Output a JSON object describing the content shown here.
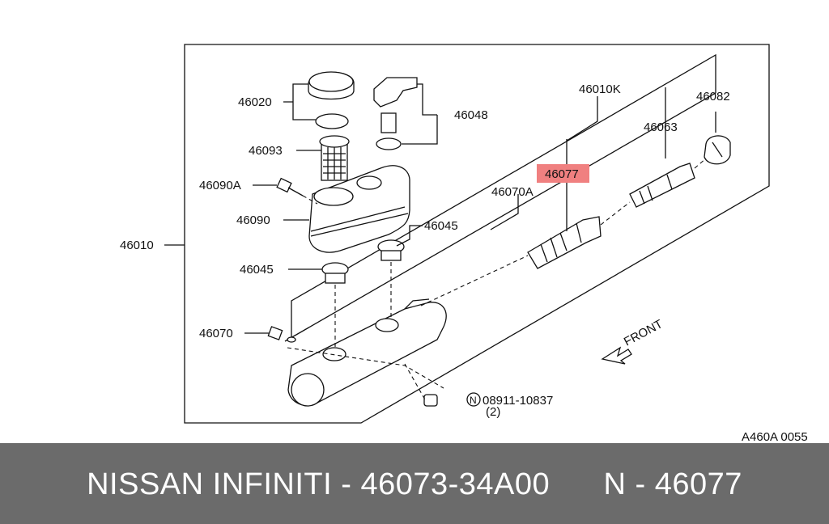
{
  "labels": {
    "p46020": "46020",
    "p46048": "46048",
    "p46093": "46093",
    "p46090A": "46090A",
    "p46090": "46090",
    "p46045a": "46045",
    "p46045b": "46045",
    "p46010": "46010",
    "p46070": "46070",
    "p46010K": "46010K",
    "p46082": "46082",
    "p46063": "46063",
    "p46077": "46077",
    "p46070A": "46070A",
    "bolt_n": "N",
    "bolt_part": "08911-10837",
    "bolt_qty": "(2)",
    "front": "FRONT",
    "diagram_code": "A460A 0055"
  },
  "highlight_color": "#f08080",
  "footer": {
    "text": "NISSAN INFINITI - 46073-34A00      N - 46077",
    "background": "#6b6b6b",
    "color": "#ffffff"
  }
}
